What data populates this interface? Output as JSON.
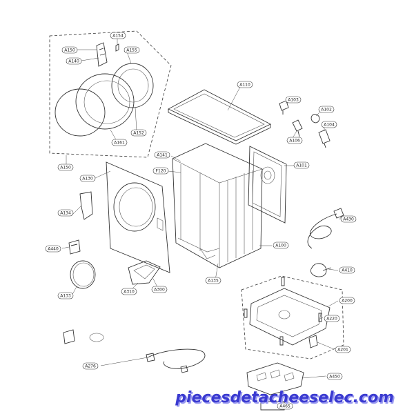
{
  "diagram": {
    "callouts": {
      "a150": "A150",
      "a140": "A140",
      "a154": "A154",
      "a155": "A155",
      "a152": "A152",
      "a161": "A161",
      "a150b": "A150",
      "a110": "A110",
      "a103": "A103",
      "a102": "A102",
      "a104": "A104",
      "a106": "A106",
      "a141": "A141",
      "f120": "F120",
      "a130": "A130",
      "a101": "A101",
      "a134": "A134",
      "a430": "A430",
      "a440": "A440",
      "a100": "A100",
      "a410": "A410",
      "a135": "A135",
      "a310": "A310",
      "a300": "A300",
      "a133": "A133",
      "a200": "A200",
      "a220": "A220",
      "a201": "A201",
      "a276": "A276",
      "a450": "A450",
      "a465": "A465"
    },
    "watermark": "piecesdetacheeselec.com",
    "colors": {
      "line": "#333333",
      "watermark": "#3a3ad0",
      "watermark_shadow": "#9a9af0"
    }
  }
}
